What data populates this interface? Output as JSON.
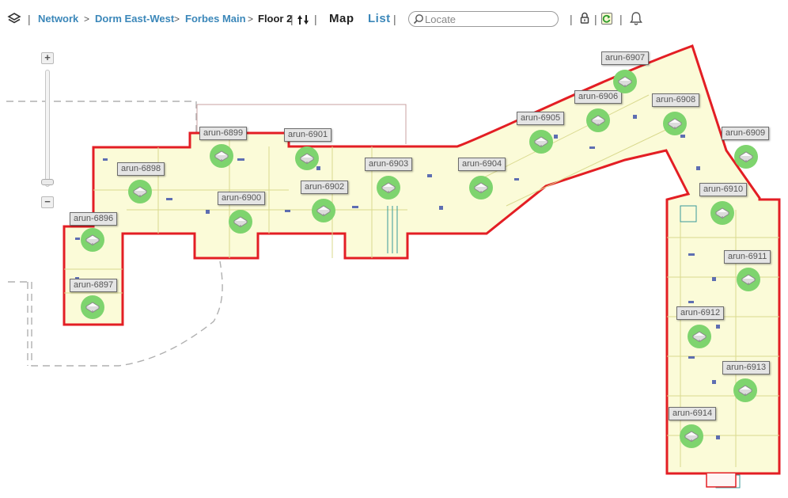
{
  "breadcrumb": {
    "items": [
      "Network",
      "Dorm East-West",
      "Forbes Main"
    ],
    "current": "Floor 2",
    "separator": ">"
  },
  "views": {
    "map": "Map",
    "list": "List",
    "active": "map"
  },
  "search": {
    "placeholder": "Locate",
    "value": ""
  },
  "icons": {
    "layers": "layers-icon",
    "sort": "up-down-arrows-icon",
    "search": "magnifier-icon",
    "lock": "lock-icon",
    "refresh": "refresh-icon",
    "notifications": "bell-icon"
  },
  "colors": {
    "link": "#3b87b9",
    "building_outline": "#e31e24",
    "ap_marker": "#7ed46e",
    "floorplan_fill": "#fbfbd8"
  },
  "access_points": [
    {
      "name": "arun-6896"
    },
    {
      "name": "arun-6897"
    },
    {
      "name": "arun-6898"
    },
    {
      "name": "arun-6899"
    },
    {
      "name": "arun-6900"
    },
    {
      "name": "arun-6901"
    },
    {
      "name": "arun-6902"
    },
    {
      "name": "arun-6903"
    },
    {
      "name": "arun-6904"
    },
    {
      "name": "arun-6905"
    },
    {
      "name": "arun-6906"
    },
    {
      "name": "arun-6907"
    },
    {
      "name": "arun-6908"
    },
    {
      "name": "arun-6909"
    },
    {
      "name": "arun-6910"
    },
    {
      "name": "arun-6911"
    },
    {
      "name": "arun-6912"
    },
    {
      "name": "arun-6913"
    },
    {
      "name": "arun-6914"
    }
  ]
}
